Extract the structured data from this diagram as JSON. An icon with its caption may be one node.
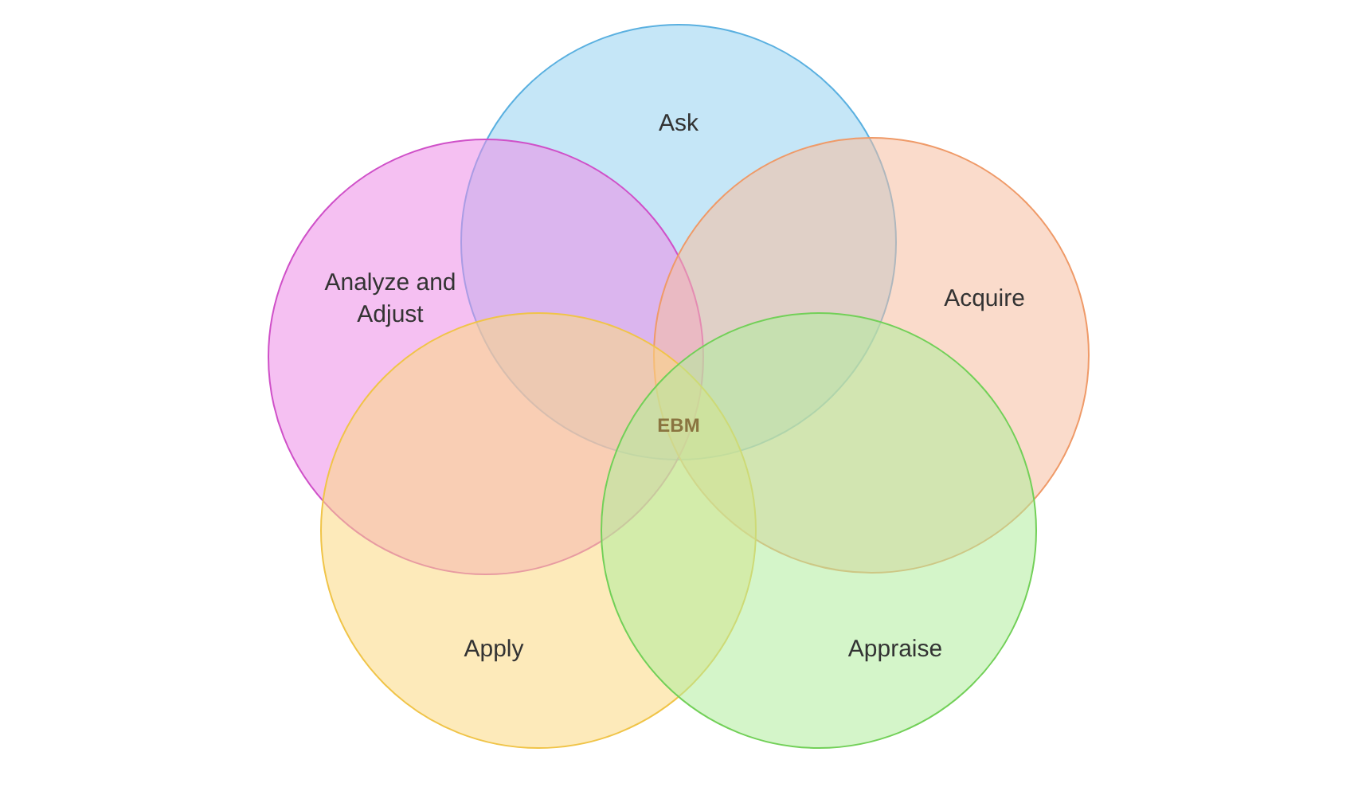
{
  "diagram": {
    "nodes": [
      {
        "text": [
          "Ask"
        ]
      },
      {
        "text": [
          "Analyze and Adjust"
        ]
      },
      {
        "text": [
          "Acquire"
        ]
      },
      {
        "text": [
          "Apply"
        ]
      },
      {
        "text": [
          "Appraise"
        ]
      }
    ],
    "labels": [
      "EBM"
    ]
  }
}
